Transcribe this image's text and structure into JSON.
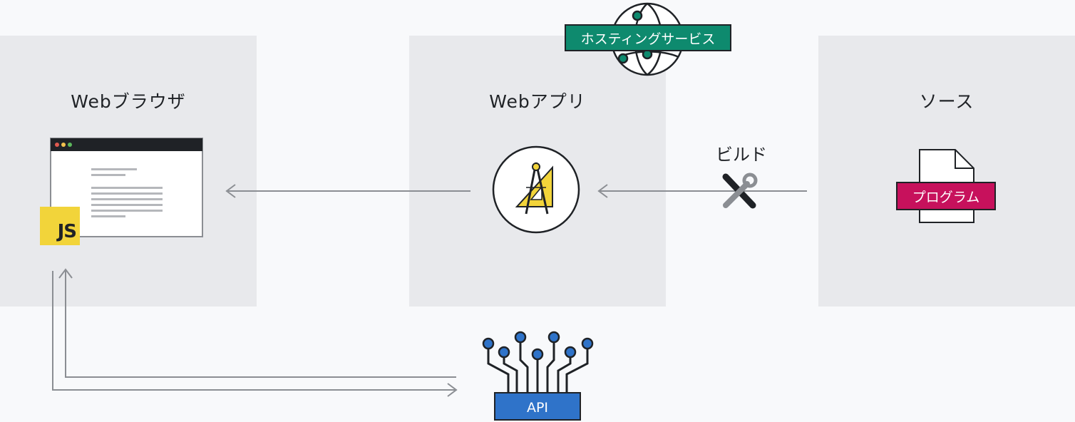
{
  "panels": {
    "browser": {
      "title": "Webブラウザ"
    },
    "webapp": {
      "title": "Webアプリ"
    },
    "source": {
      "title": "ソース"
    }
  },
  "labels": {
    "hosting": "ホスティングサービス",
    "build": "ビルド",
    "program": "プログラム",
    "api": "API",
    "js": "JS"
  },
  "colors": {
    "hosting": "#0e8a6e",
    "program": "#c7115c",
    "api": "#2f73c9",
    "js": "#f2d43a"
  },
  "icons": [
    "browser-window-icon",
    "compass-ruler-icon",
    "tools-icon",
    "document-icon",
    "globe-icon",
    "circuit-icon"
  ]
}
